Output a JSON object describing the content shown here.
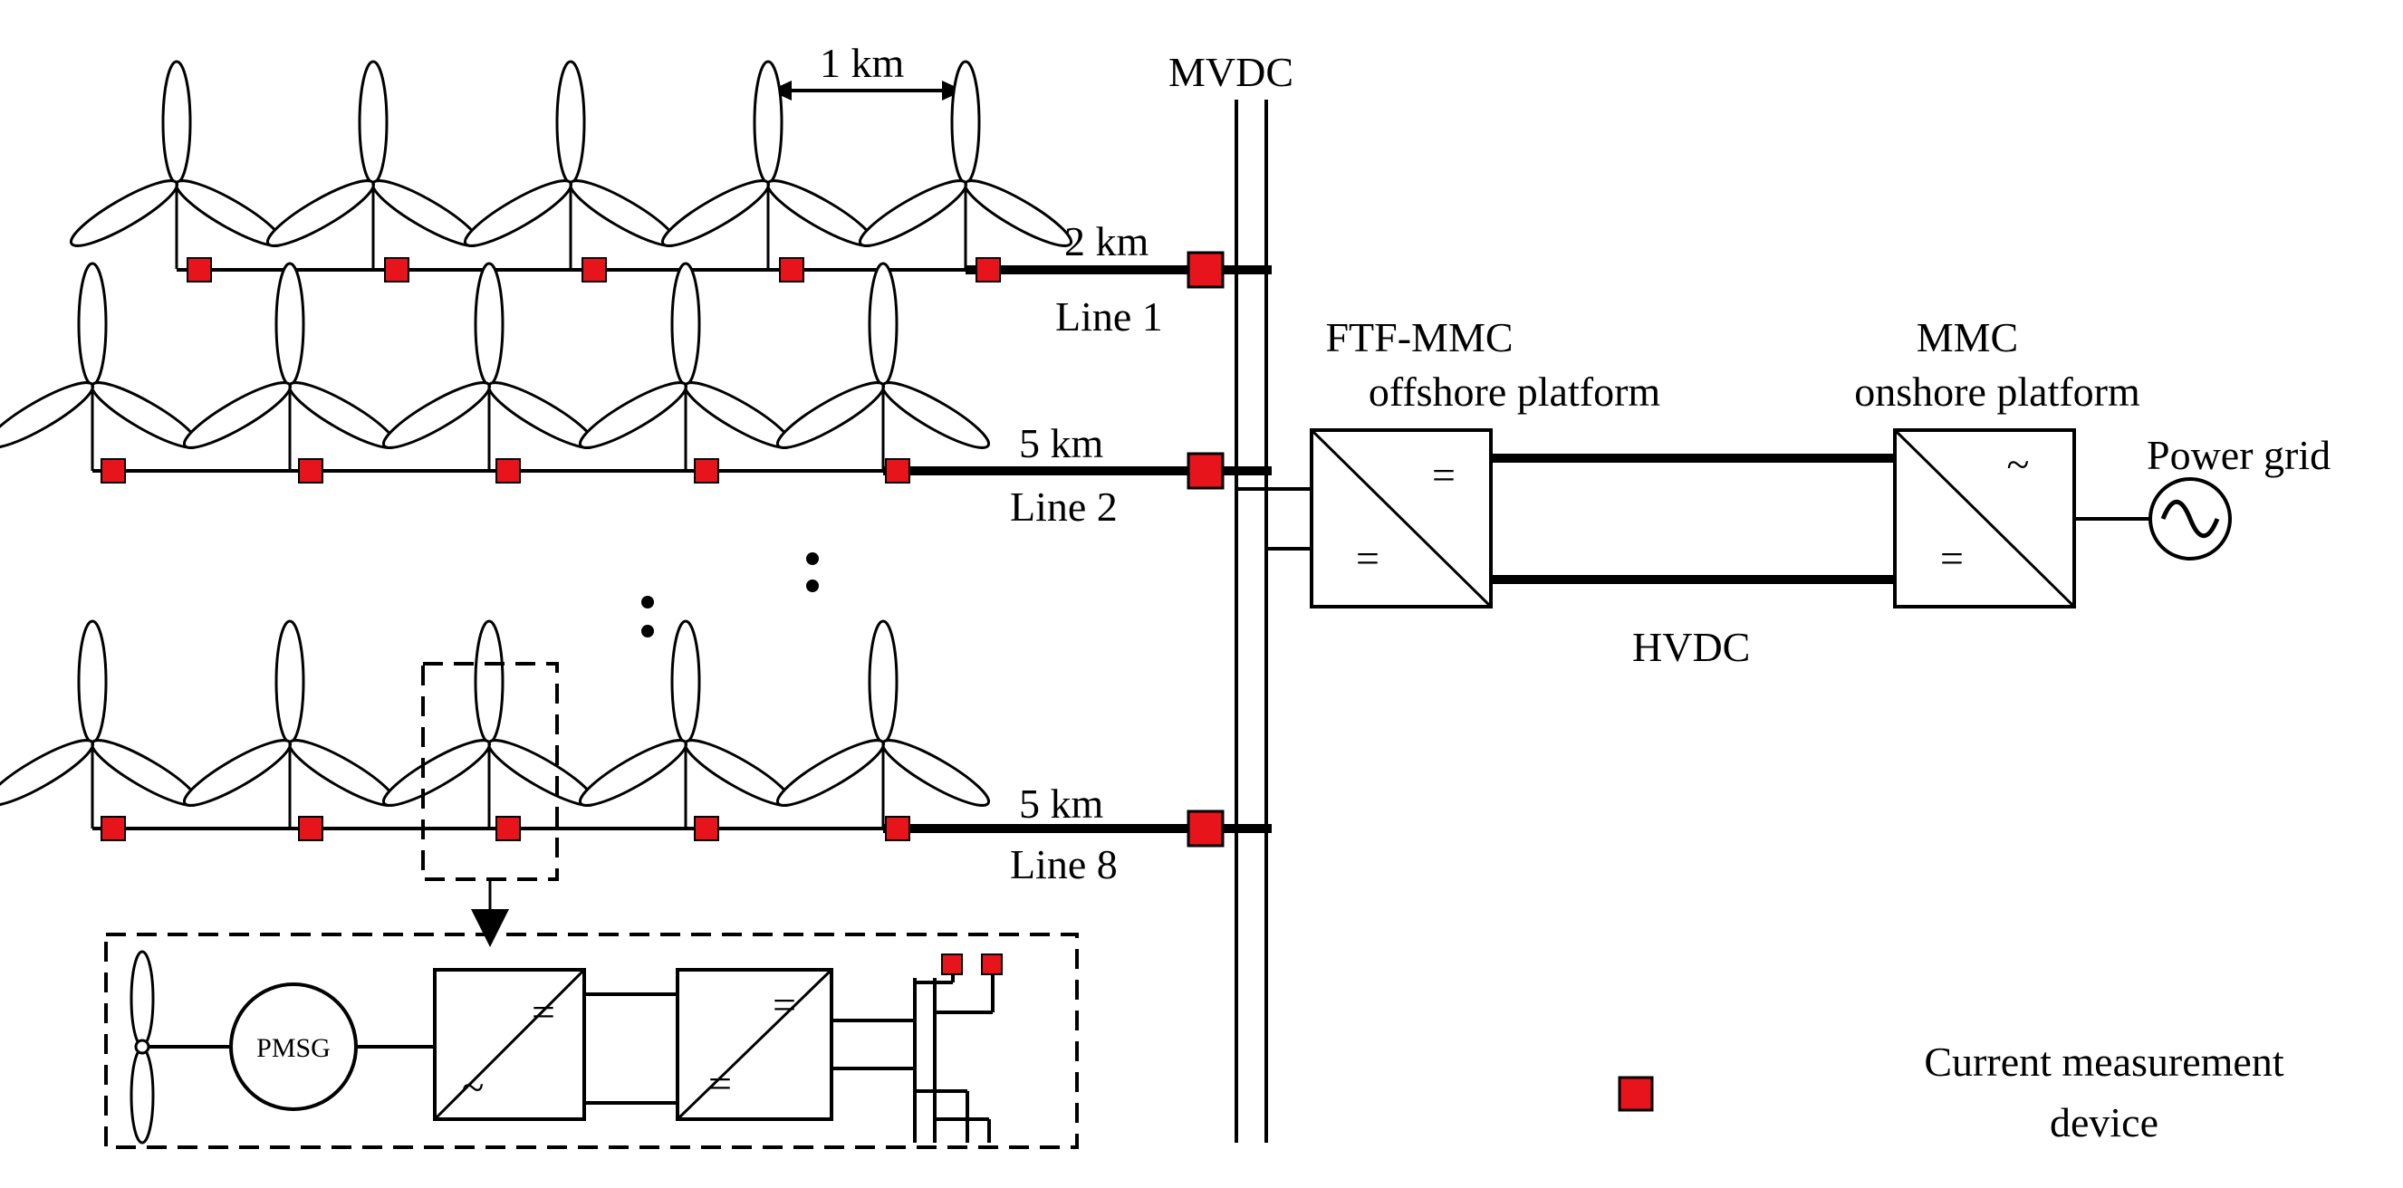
{
  "labels": {
    "spacing": "1 km",
    "mvdc": "MVDC",
    "hvdc": "HVDC",
    "power_grid": "Power grid",
    "ftf_line1": "FTF-MMC",
    "ftf_line2": "offshore platform",
    "mmc_line1": "MMC",
    "mmc_line2": "onshore platform",
    "pmsg": "PMSG",
    "legend_line1": "Current measurement",
    "legend_line2": "device"
  },
  "feeders": [
    {
      "distance": "2 km",
      "name": "Line 1",
      "turbines": 5
    },
    {
      "distance": "5 km",
      "name": "Line 2",
      "turbines": 5
    },
    {
      "distance": "5 km",
      "name": "Line 8",
      "turbines": 5
    }
  ],
  "converter_symbols": {
    "dc": "=",
    "ac": "~"
  },
  "colors": {
    "measurement_device": "#e8141b",
    "line": "#000000",
    "background": "#ffffff"
  }
}
